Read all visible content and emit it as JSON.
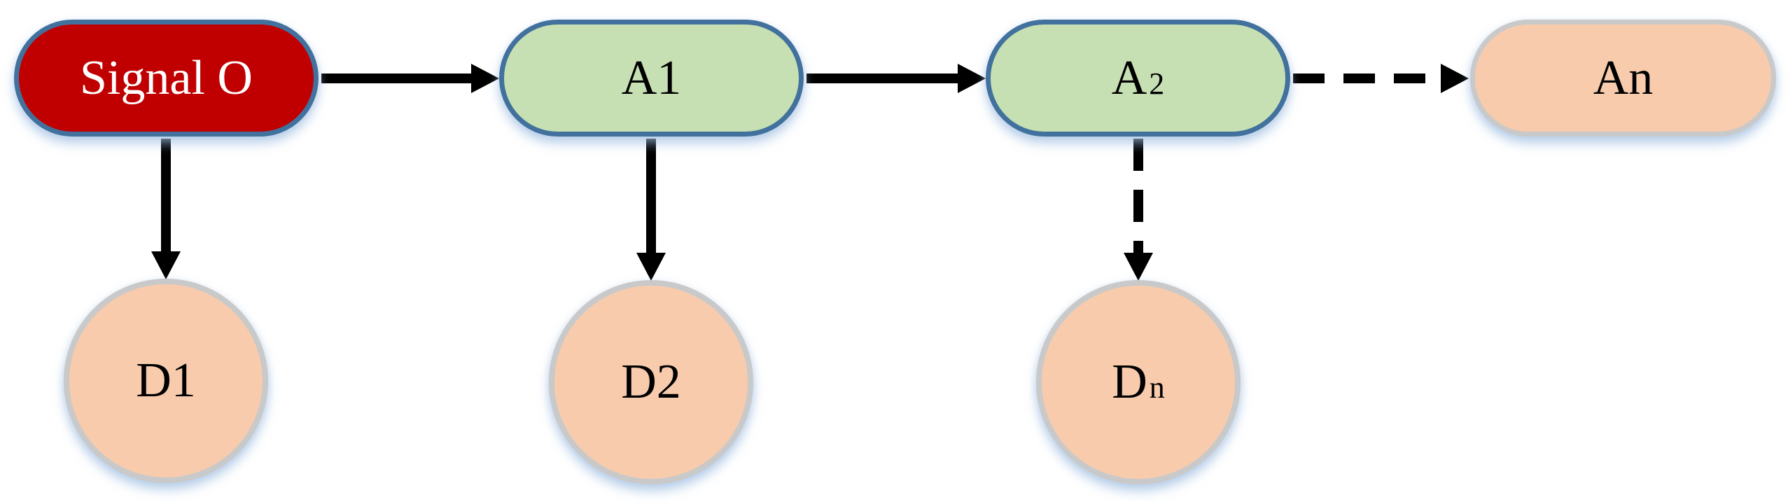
{
  "diagram": {
    "title": "signal-attenuation-chain-diagram",
    "colors": {
      "background": "#ffffff",
      "signal_fill": "#c00000",
      "signal_text": "#ffffff",
      "process_fill": "#c6e0b4",
      "blue_border": "#41719c",
      "terminal_fill": "#f8cbad",
      "gray_border": "#c9c9c9",
      "arrow": "#000000",
      "glow": "#a0bee2",
      "label_text": "#000000"
    },
    "nodes": {
      "signal_o": {
        "label": "Signal O",
        "shape": "rounded-rectangle"
      },
      "a1": {
        "label": "A1",
        "shape": "rounded-rectangle"
      },
      "a2": {
        "base": "A",
        "sub": "2",
        "shape": "rounded-rectangle"
      },
      "an": {
        "label": "An",
        "shape": "rounded-rectangle"
      },
      "d1": {
        "label": "D1",
        "shape": "circle"
      },
      "d2": {
        "label": "D2",
        "shape": "circle"
      },
      "dn": {
        "base": "D",
        "sub": "n",
        "shape": "circle"
      }
    },
    "edges": [
      {
        "from": "signal_o",
        "to": "a1",
        "style": "solid",
        "direction": "right"
      },
      {
        "from": "a1",
        "to": "a2",
        "style": "solid",
        "direction": "right"
      },
      {
        "from": "a2",
        "to": "an",
        "style": "dashed",
        "direction": "right"
      },
      {
        "from": "signal_o",
        "to": "d1",
        "style": "solid",
        "direction": "down"
      },
      {
        "from": "a1",
        "to": "d2",
        "style": "solid",
        "direction": "down"
      },
      {
        "from": "a2",
        "to": "dn",
        "style": "dashed",
        "direction": "down"
      }
    ]
  }
}
